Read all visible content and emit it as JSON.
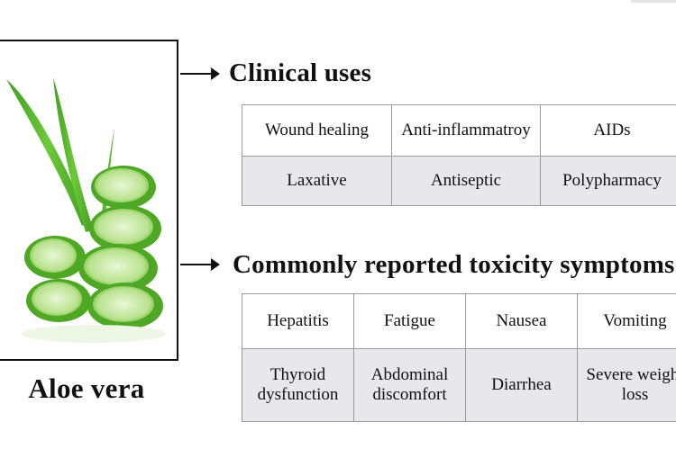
{
  "plant": {
    "caption": "Aloe vera",
    "image_icon": "aloe-vera-plant-photo"
  },
  "sections": [
    {
      "title": "Clinical uses",
      "rows": [
        [
          "Wound healing",
          "Anti-inflammatroy",
          "AIDs"
        ],
        [
          "Laxative",
          "Antiseptic",
          "Polypharmacy"
        ]
      ]
    },
    {
      "title": "Commonly reported toxicity symptoms",
      "rows": [
        [
          "Hepatitis",
          "Fatigue",
          "Nausea",
          "Vomiting"
        ],
        [
          "Thyroid dysfunction",
          "Abdominal discomfort",
          "Diarrhea",
          "Severe weight loss"
        ]
      ]
    }
  ],
  "colors": {
    "leaf": "#5dbb2d",
    "leaf_dark": "#3d9a1c",
    "row_shaded": "#e7e7ec",
    "border": "#9a9a9a"
  }
}
